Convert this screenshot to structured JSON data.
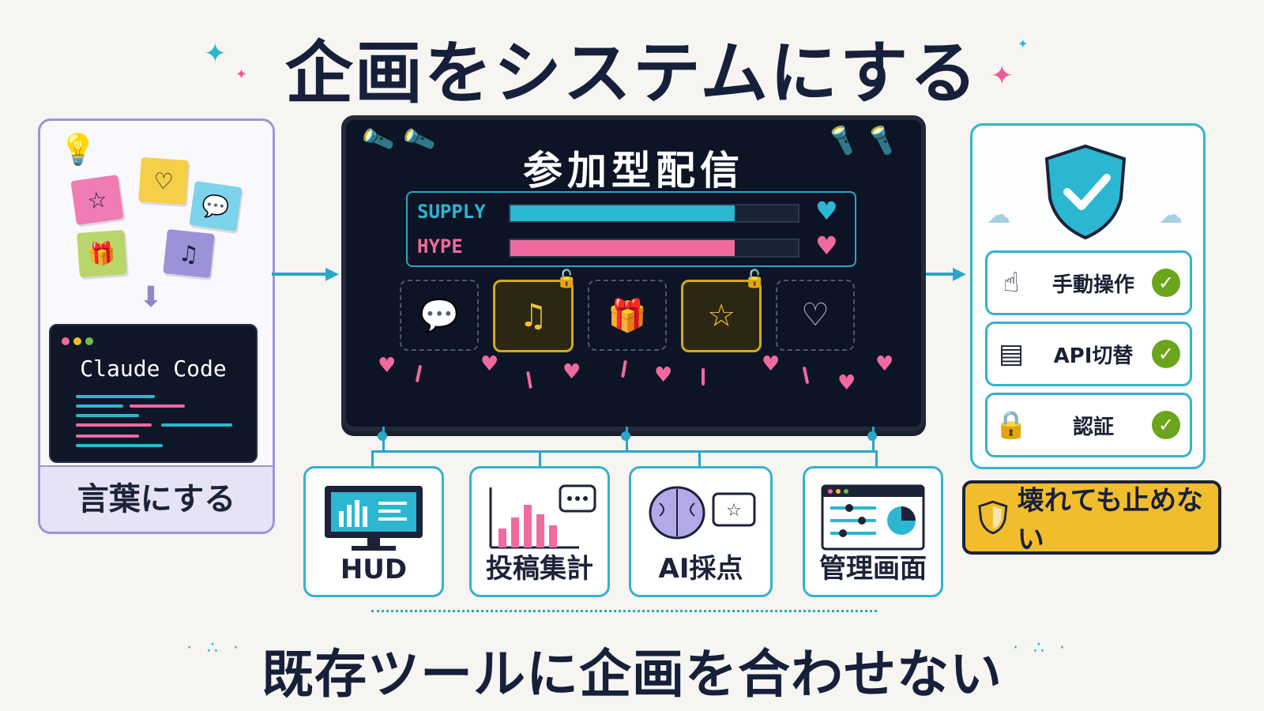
{
  "title": "企画をシステムにする",
  "bottom_title": "既存ツールに企画を合わせない",
  "left_panel": {
    "terminal_title": "Claude Code",
    "label": "言葉にする",
    "notes": [
      "star",
      "heart",
      "chat",
      "gift",
      "music"
    ]
  },
  "center_screen": {
    "title": "参加型配信",
    "meters": [
      {
        "label": "SUPPLY",
        "level": 0.78,
        "color": "#2bb6d1"
      },
      {
        "label": "HYPE",
        "level": 0.78,
        "color": "#f06aa0"
      }
    ],
    "slots": [
      {
        "icon": "chat-icon",
        "glyph": "💬",
        "active": false
      },
      {
        "icon": "music-icon",
        "glyph": "♫",
        "active": true
      },
      {
        "icon": "gift-icon",
        "glyph": "🎁",
        "active": false
      },
      {
        "icon": "star-icon",
        "glyph": "☆",
        "active": true
      },
      {
        "icon": "heart-icon",
        "glyph": "♡",
        "active": false
      }
    ]
  },
  "right_panel": {
    "items": [
      {
        "label": "手動操作",
        "icon": "hand-pointer-icon",
        "glyph": "☝"
      },
      {
        "label": "API切替",
        "icon": "server-switch-icon",
        "glyph": "▤"
      },
      {
        "label": "認証",
        "icon": "lock-icon",
        "glyph": "🔒"
      }
    ],
    "badge": "壊れても止めない"
  },
  "modules": [
    {
      "label": "HUD",
      "icon": "monitor-dashboard-icon"
    },
    {
      "label": "投稿集計",
      "icon": "bar-chart-icon"
    },
    {
      "label": "AI採点",
      "icon": "brain-icon"
    },
    {
      "label": "管理画面",
      "icon": "admin-panel-icon"
    }
  ],
  "colors": {
    "accent": "#2aa6c8",
    "pink": "#f06aa0",
    "gold": "#f2bd2c",
    "navy": "#16203a",
    "purple": "#9d95d4"
  }
}
